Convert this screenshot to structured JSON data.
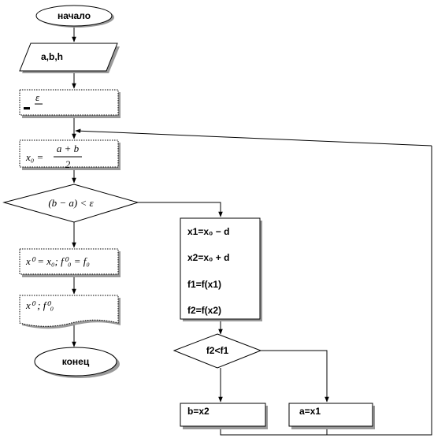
{
  "blocks": {
    "start": "начало",
    "input": "a,b,h",
    "init": "ε",
    "midpoint": {
      "lhs": "x₀ =",
      "num": "a + b",
      "den": "2"
    },
    "condition": "(b − a) < ε",
    "assign_result": "x⁰ = x₀;  f⁰₀ = f₀",
    "output": "x⁰ ;  f⁰₀",
    "end": "конец",
    "calc_lines": [
      "x1=x₀ − d",
      "x2=x₀ + d",
      "f1=f(x1)",
      "f2=f(x2)"
    ],
    "compare": "f2<f1",
    "assign_b": "b=x2",
    "assign_a": "a=x1"
  }
}
